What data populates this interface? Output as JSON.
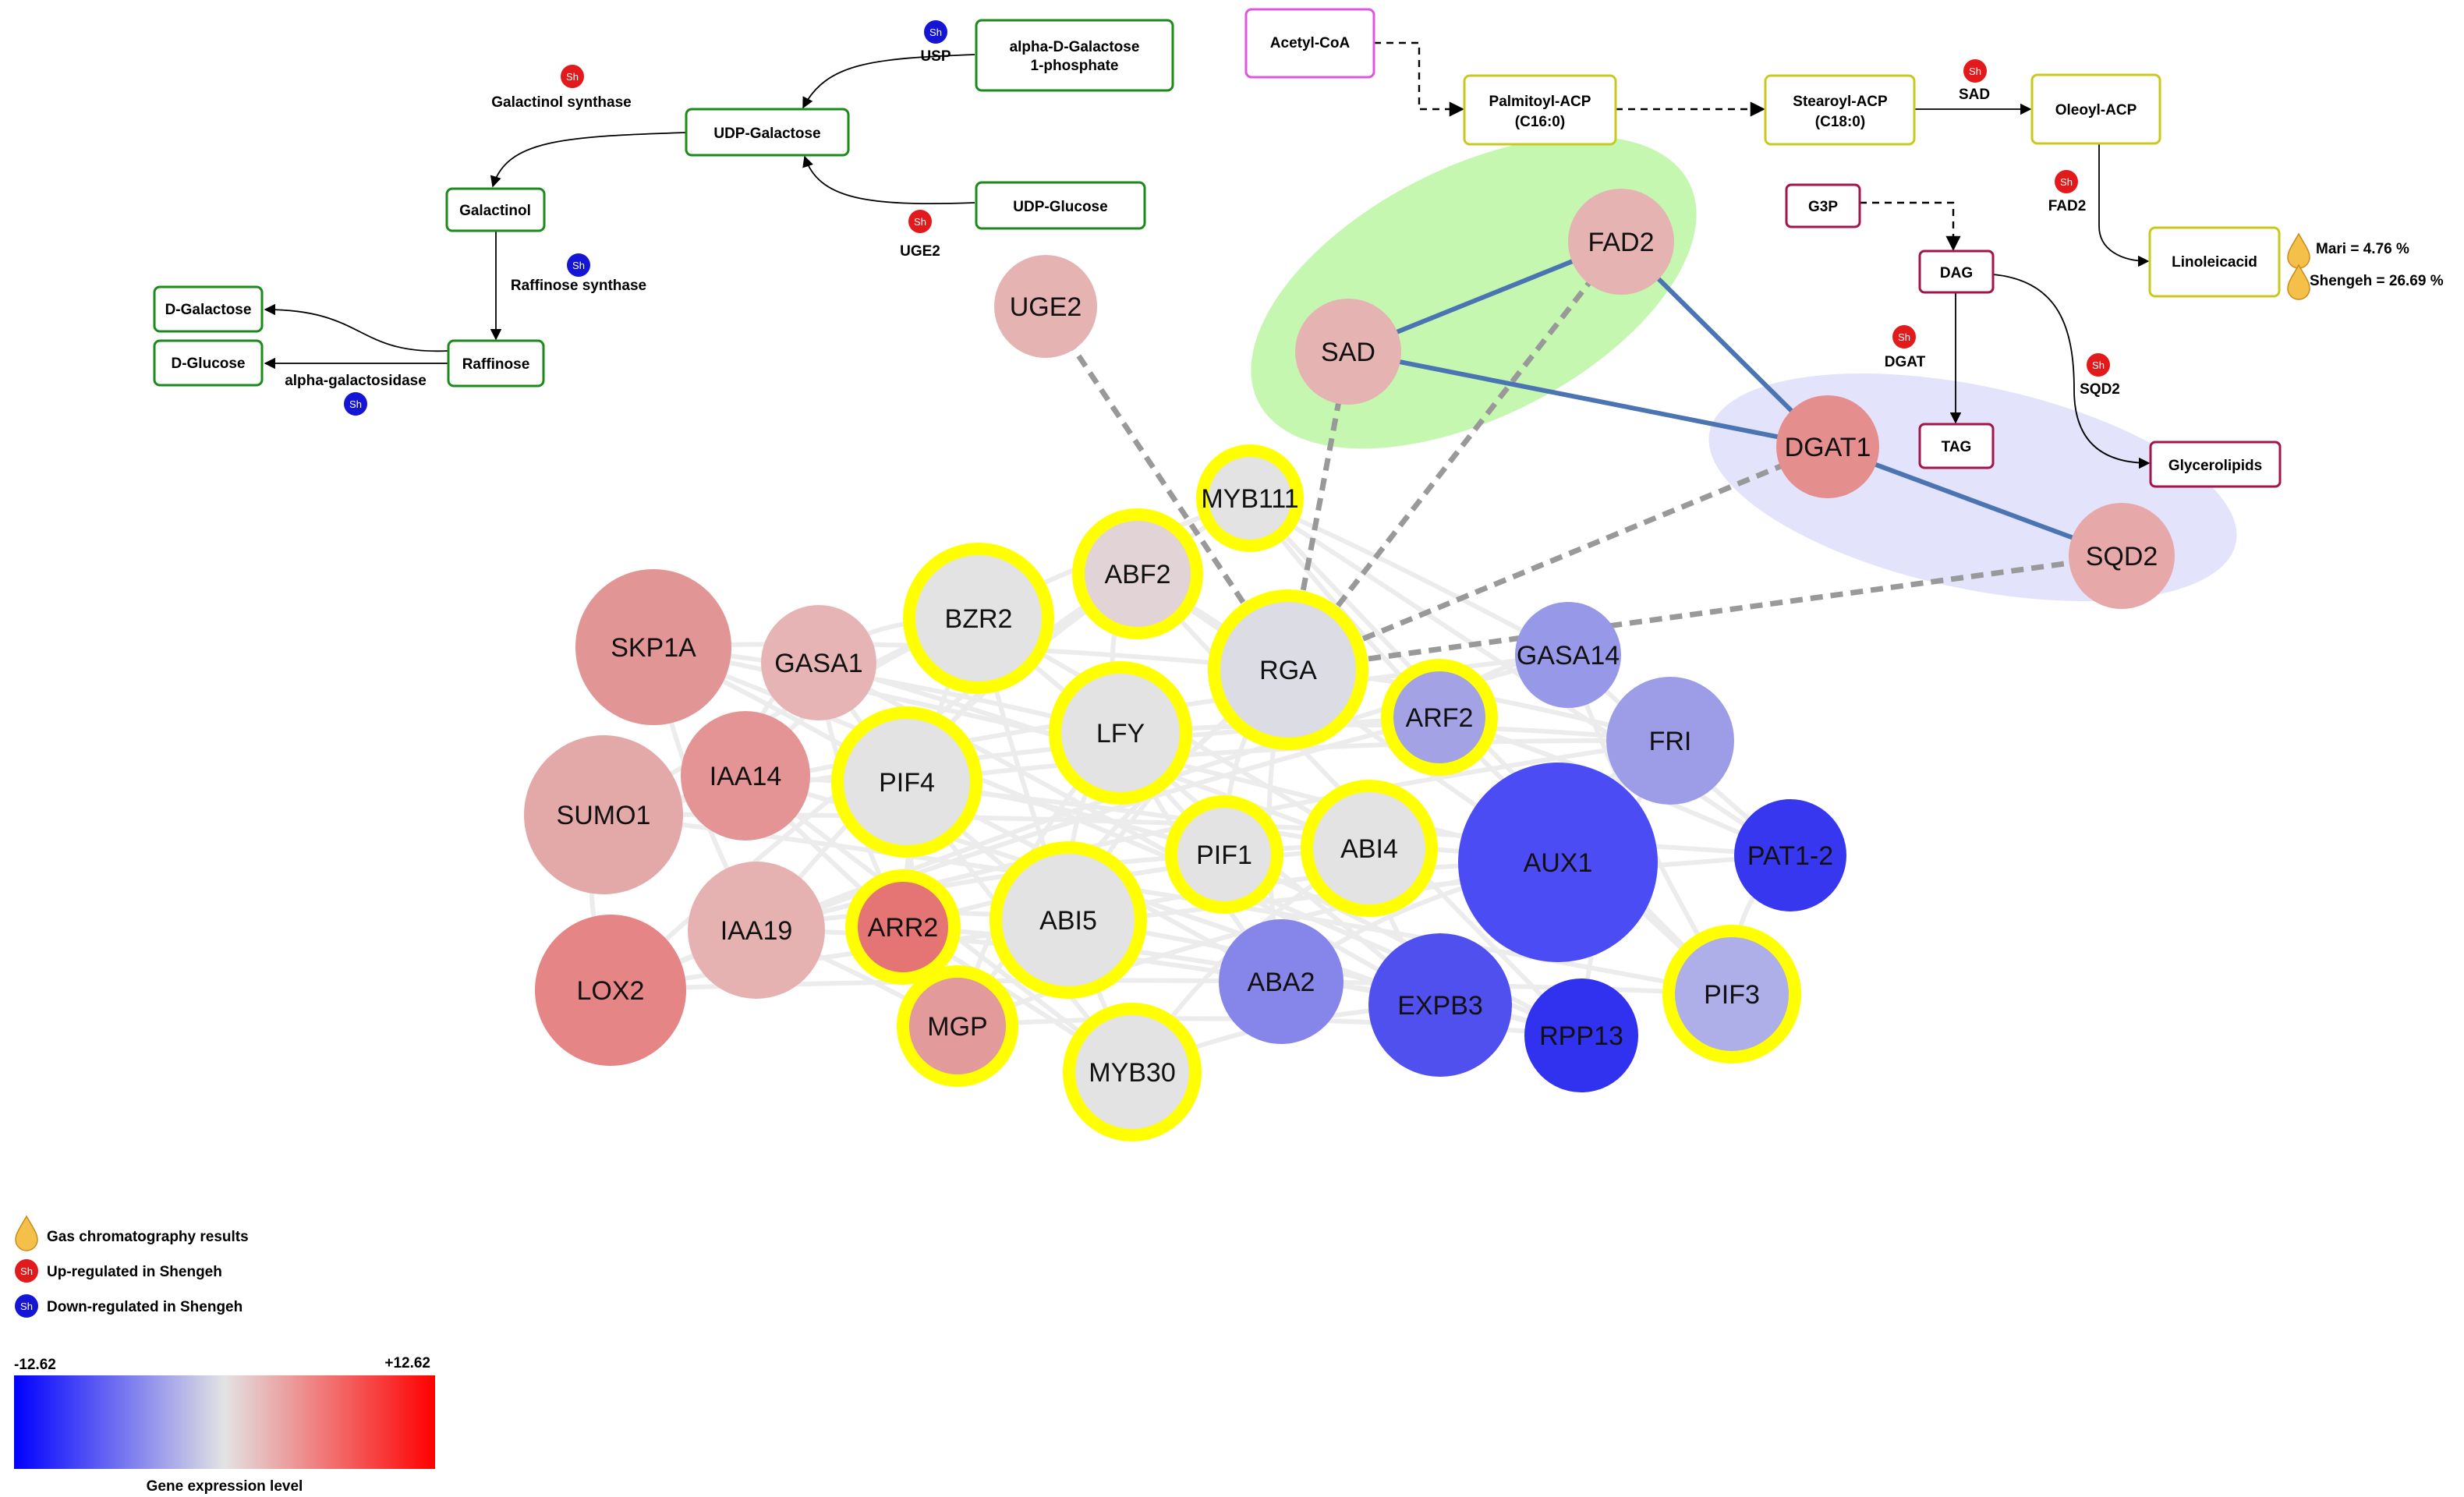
{
  "colors": {
    "up": "#e31a1c",
    "down": "#1515d6",
    "highlight_ring": "#ffff00",
    "sugar_border": "#1a8a1a",
    "lipid_border": "#c8c81e",
    "acetyl_border": "#e055e0",
    "glycerol_border": "#a0154a",
    "sad_fad_cluster": "#c5f7b1",
    "dgat_sqd_cluster": "#e3e3fb",
    "solid_edge": "#4a74b2",
    "dashed_edge": "#999999",
    "scale_low": "#0000ff",
    "scale_mid": "#e3e3e3",
    "scale_high": "#ff0000"
  },
  "sugar_pathway": {
    "alpha_d_galactose_1_phosphate": "alpha-D-Galactose 1-phosphate",
    "udp_galactose": "UDP-Galactose",
    "udp_glucose": "UDP-Glucose",
    "galactinol": "Galactinol",
    "raffinose": "Raffinose",
    "d_galactose": "D-Galactose",
    "d_glucose": "D-Glucose",
    "enzymes": {
      "usp": "USP",
      "galactinol_synthase": "Galactinol synthase",
      "uge2": "UGE2",
      "raffinose_synthase": "Raffinose synthase",
      "alpha_galactosidase": "alpha-galactosidase"
    }
  },
  "lipid_pathway": {
    "acetyl_coa": "Acetyl-CoA",
    "palmitoyl_acp": [
      "Palmitoyl-ACP",
      "(C16:0)"
    ],
    "stearoyl_acp": [
      "Stearoyl-ACP",
      "(C18:0)"
    ],
    "oleoyl_acp": "Oleoyl-ACP",
    "linoleic_acid": "Linoleicacid",
    "g3p": "G3P",
    "dag": "DAG",
    "tag": "TAG",
    "glycerolipids": "Glycerolipids",
    "enzymes": {
      "sad": "SAD",
      "fad2": "FAD2",
      "dgat": "DGAT",
      "sqd2": "SQD2"
    },
    "gc_results": {
      "mari": "Mari = 4.76 %",
      "shengeh": "Shengeh = 26.69 %"
    }
  },
  "sh_badge": "Sh",
  "network": {
    "nodes": [
      {
        "label": "UGE2",
        "ring": false,
        "fill": "#e6b3b3"
      },
      {
        "label": "FAD2",
        "ring": false,
        "fill": "#e6b3b3"
      },
      {
        "label": "SAD",
        "ring": false,
        "fill": "#e6b3b3"
      },
      {
        "label": "DGAT1",
        "ring": false,
        "fill": "#e58e8e"
      },
      {
        "label": "SQD2",
        "ring": false,
        "fill": "#e6a8a8"
      },
      {
        "label": "MYB111",
        "ring": true,
        "fill": "#e3e3e3"
      },
      {
        "label": "ABF2",
        "ring": true,
        "fill": "#e2d4d6"
      },
      {
        "label": "BZR2",
        "ring": true,
        "fill": "#e3e3e3"
      },
      {
        "label": "RGA",
        "ring": true,
        "fill": "#dcdce4"
      },
      {
        "label": "GASA14",
        "ring": false,
        "fill": "#9898e8"
      },
      {
        "label": "SKP1A",
        "ring": false,
        "fill": "#e19595"
      },
      {
        "label": "GASA1",
        "ring": false,
        "fill": "#e6b4b4"
      },
      {
        "label": "LFY",
        "ring": true,
        "fill": "#e3e3e3"
      },
      {
        "label": "ARF2",
        "ring": true,
        "fill": "#a2a2e4"
      },
      {
        "label": "FRI",
        "ring": false,
        "fill": "#9d9de7"
      },
      {
        "label": "IAA14",
        "ring": false,
        "fill": "#e49494"
      },
      {
        "label": "PIF4",
        "ring": true,
        "fill": "#e3e3e3"
      },
      {
        "label": "SUMO1",
        "ring": false,
        "fill": "#e3a8a8"
      },
      {
        "label": "PIF1",
        "ring": true,
        "fill": "#e3e3e3"
      },
      {
        "label": "ABI4",
        "ring": true,
        "fill": "#e3e3e3"
      },
      {
        "label": "AUX1",
        "ring": false,
        "fill": "#4c4cf5"
      },
      {
        "label": "PAT1-2",
        "ring": false,
        "fill": "#3737ef"
      },
      {
        "label": "ABI5",
        "ring": true,
        "fill": "#e3e3e3"
      },
      {
        "label": "ARR2",
        "ring": true,
        "fill": "#e57474"
      },
      {
        "label": "IAA19",
        "ring": false,
        "fill": "#e5b1b1"
      },
      {
        "label": "LOX2",
        "ring": false,
        "fill": "#e58585"
      },
      {
        "label": "ABA2",
        "ring": false,
        "fill": "#8585ea"
      },
      {
        "label": "EXPB3",
        "ring": false,
        "fill": "#5050ee"
      },
      {
        "label": "RPP13",
        "ring": false,
        "fill": "#3131f0"
      },
      {
        "label": "PIF3",
        "ring": true,
        "fill": "#aeaee9"
      },
      {
        "label": "MGP",
        "ring": true,
        "fill": "#e39a9a"
      },
      {
        "label": "MYB30",
        "ring": true,
        "fill": "#e3e3e3"
      }
    ],
    "solid_edges": [
      [
        "SAD",
        "FAD2"
      ],
      [
        "SAD",
        "DGAT1"
      ],
      [
        "FAD2",
        "DGAT1"
      ],
      [
        "DGAT1",
        "SQD2"
      ]
    ],
    "dashed_edges": [
      [
        "RGA",
        "UGE2"
      ],
      [
        "RGA",
        "SAD"
      ],
      [
        "RGA",
        "FAD2"
      ],
      [
        "RGA",
        "DGAT1"
      ],
      [
        "RGA",
        "SQD2"
      ]
    ]
  },
  "legend": {
    "gc": "Gas chromatography results",
    "up": "Up-regulated in Shengeh",
    "down": "Down-regulated in Shengeh",
    "scale_min": "-12.62",
    "scale_max": "+12.62",
    "scale_title": "Gene expression level"
  }
}
